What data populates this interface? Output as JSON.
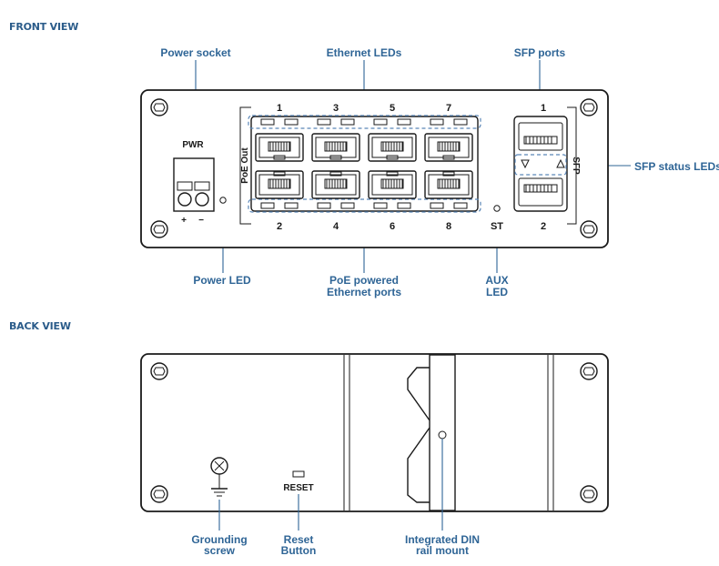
{
  "front_view": {
    "heading": "FRONT VIEW",
    "labels": {
      "power_socket": "Power socket",
      "ethernet_leds": "Ethernet LEDs",
      "sfp_ports": "SFP ports",
      "sfp_status_leds": "SFP status LEDs",
      "power_led": "Power LED",
      "poe_ports_line1": "PoE powered",
      "poe_ports_line2": "Ethernet ports",
      "aux_led_line1": "AUX",
      "aux_led_line2": "LED"
    },
    "device": {
      "pwr": "PWR",
      "plus": "+",
      "minus": "−",
      "poe_out": "PoE Out",
      "sfp": "SFP",
      "st": "ST",
      "port_top_numbers": [
        "1",
        "3",
        "5",
        "7"
      ],
      "port_bottom_numbers": [
        "2",
        "4",
        "6",
        "8"
      ],
      "sfp_top_number": "1",
      "sfp_bottom_number": "2"
    }
  },
  "back_view": {
    "heading": "BACK VIEW",
    "labels": {
      "grounding_line1": "Grounding",
      "grounding_line2": "screw",
      "reset_line1": "Reset",
      "reset_line2": "Button",
      "din_line1": "Integrated DIN",
      "din_line2": "rail mount"
    },
    "device": {
      "reset": "RESET"
    }
  },
  "colors": {
    "label_blue": "#2f6596",
    "heading_blue": "#2b5c8a",
    "outline": "#1a1a1a"
  }
}
